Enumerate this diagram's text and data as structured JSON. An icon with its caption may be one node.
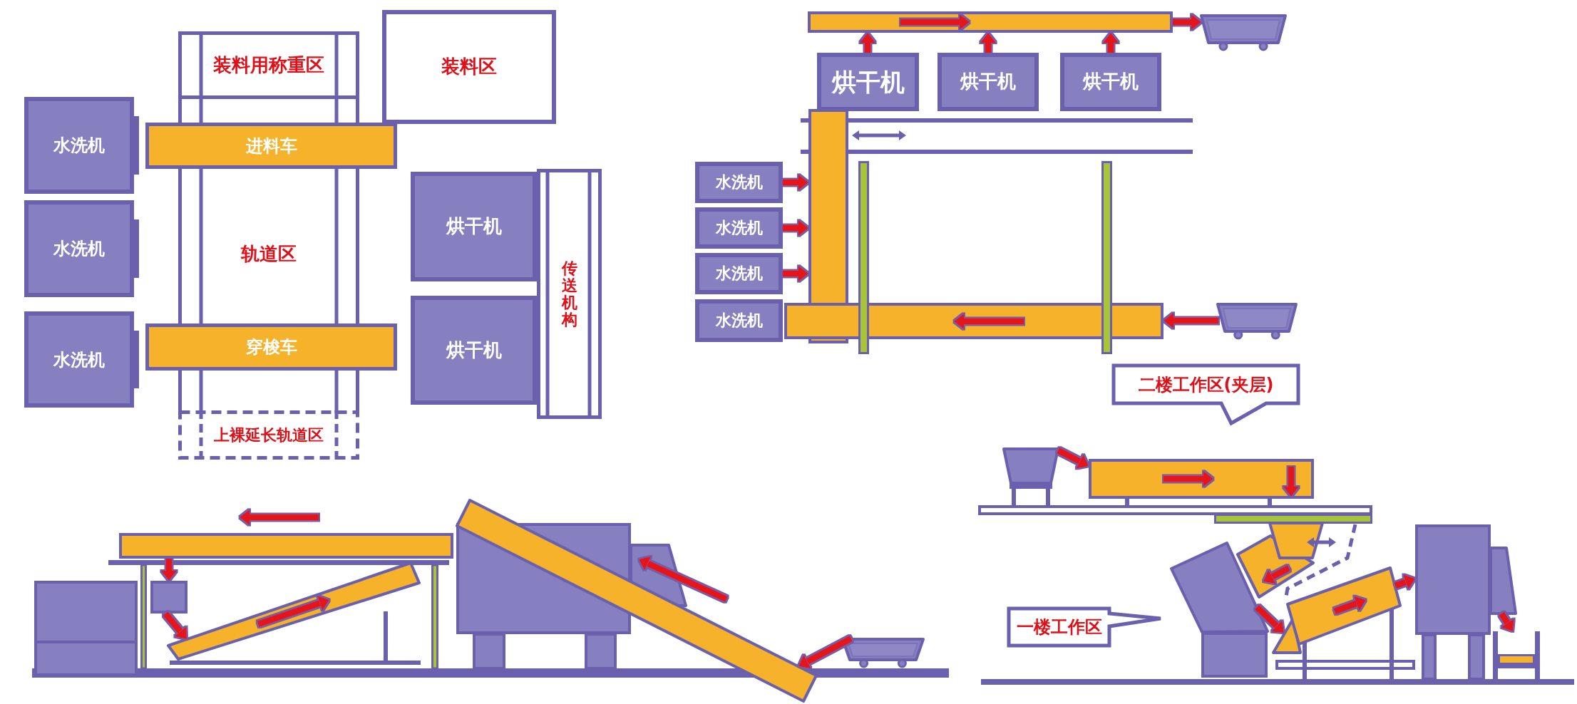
{
  "diagram": {
    "nodes": [
      {
        "text": [
          "装料用称重区"
        ]
      },
      {
        "text": [
          "装料区"
        ]
      },
      {
        "text": [
          "水洗机"
        ]
      },
      {
        "text": [
          "进料车"
        ]
      },
      {
        "text": [
          "轨道区"
        ]
      },
      {
        "text": [
          "水洗机"
        ]
      },
      {
        "text": [
          "烘干机"
        ]
      },
      {
        "text": [
          "传送机构"
        ]
      },
      {
        "text": [
          "水洗机"
        ]
      },
      {
        "text": [
          "穿梭车"
        ]
      },
      {
        "text": [
          "烘干机"
        ]
      },
      {
        "text": [
          "上裸延长轨道区"
        ]
      },
      {
        "text": [],
        "shape": "bar"
      },
      {
        "text": [
          "烘干机"
        ]
      },
      {
        "text": [
          "烘干机"
        ]
      },
      {
        "text": [
          "烘干机"
        ]
      },
      {
        "text": [],
        "shape": "cart"
      },
      {
        "text": [],
        "shape": "bar"
      },
      {
        "text": [
          "水洗机"
        ]
      },
      {
        "text": [
          "水洗机"
        ]
      },
      {
        "text": [
          "水洗机"
        ]
      },
      {
        "text": [
          "水洗机"
        ]
      },
      {
        "text": [],
        "shape": "bar"
      },
      {
        "text": [],
        "shape": "cart"
      },
      {
        "text": [],
        "shape": "bar"
      },
      {
        "text": [],
        "shape": "box"
      },
      {
        "text": [],
        "shape": "box"
      },
      {
        "text": [],
        "shape": "bar"
      },
      {
        "text": [],
        "shape": "box"
      },
      {
        "text": [],
        "shape": "bar"
      },
      {
        "text": [],
        "shape": "cart"
      },
      {
        "text": [
          "二楼工作区(夹层)"
        ]
      },
      {
        "text": [],
        "shape": "hopper"
      },
      {
        "text": [],
        "shape": "bar"
      },
      {
        "text": [],
        "shape": "funnel"
      },
      {
        "text": [],
        "shape": "bar"
      },
      {
        "text": [],
        "shape": "box"
      },
      {
        "text": [
          "一楼工作区"
        ]
      },
      {
        "text": [],
        "shape": "box"
      },
      {
        "text": [],
        "shape": "triangle"
      },
      {
        "text": [],
        "shape": "bar"
      },
      {
        "text": [],
        "shape": "box"
      },
      {
        "text": [],
        "shape": "box"
      },
      {
        "text": [],
        "shape": "stand"
      },
      {
        "text": [],
        "shape": "post"
      },
      {
        "text": [],
        "shape": "post"
      }
    ],
    "edges": [
      {
        "from": 13,
        "to": 12,
        "arrow": "to"
      },
      {
        "from": 14,
        "to": 12,
        "arrow": "to"
      },
      {
        "from": 15,
        "to": 12,
        "arrow": "to"
      },
      {
        "from": 12,
        "to": 16,
        "arrow": "to"
      },
      {
        "from": 18,
        "to": 17,
        "arrow": "to"
      },
      {
        "from": 19,
        "to": 17,
        "arrow": "to"
      },
      {
        "from": 20,
        "to": 17,
        "arrow": "to"
      },
      {
        "from": 23,
        "to": 22,
        "arrow": "to"
      },
      {
        "from": 24,
        "to": 26,
        "arrow": "to"
      },
      {
        "from": 26,
        "to": 27,
        "arrow": "to"
      },
      {
        "from": 30,
        "to": 29,
        "arrow": "to"
      },
      {
        "from": 32,
        "to": 33,
        "arrow": "to"
      },
      {
        "from": 36,
        "to": 39,
        "arrow": "to"
      },
      {
        "from": 40,
        "to": 41,
        "arrow": "to"
      },
      {
        "from": 42,
        "to": 43,
        "arrow": "to"
      }
    ]
  }
}
